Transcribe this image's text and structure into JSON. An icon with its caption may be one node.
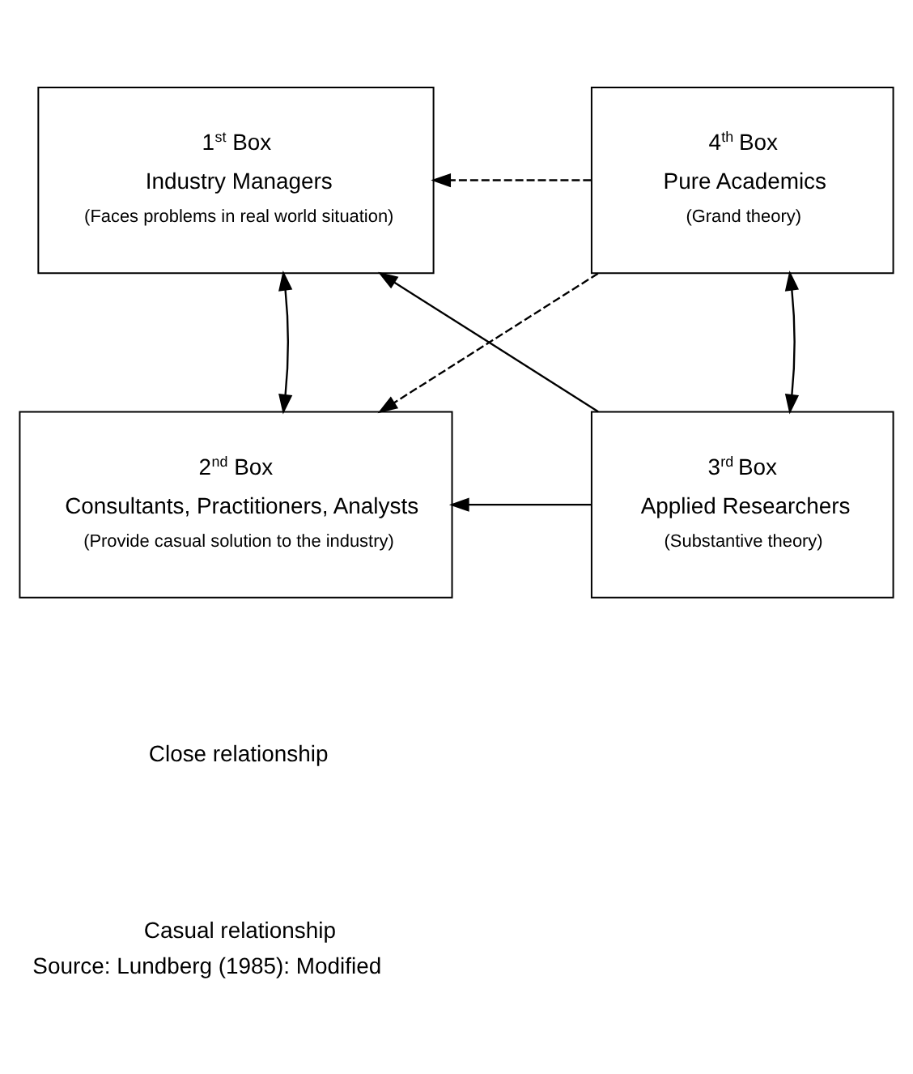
{
  "diagram": {
    "caption": "Source: Lundberg (1985): Modified",
    "nodes": [
      {
        "text": [
          "1$^{st}$ Box",
          "Industry Managers",
          "(Faces problems in real world situation)"
        ]
      },
      {
        "text": [
          "4$^{th}$ Box",
          "Pure Academics",
          "(Grand theory)"
        ]
      },
      {
        "text": [
          "2$^{nd}$ Box",
          "Consultants, Practitioners, Analysts",
          "(Provide casual solution to the industry)"
        ]
      },
      {
        "text": [
          "3$^{rd}$ Box",
          "Applied Researchers",
          "(Substantive theory)"
        ]
      }
    ],
    "edges": [
      {
        "from": 1,
        "to": 0,
        "arrow": "to",
        "style": "dashed"
      },
      {
        "from": 0,
        "to": 2,
        "arrow": "both"
      },
      {
        "from": 1,
        "to": 3,
        "arrow": "both"
      },
      {
        "from": 3,
        "to": 0,
        "arrow": "to"
      },
      {
        "from": 1,
        "to": 2,
        "arrow": "to",
        "style": "dashed"
      },
      {
        "from": 3,
        "to": 2,
        "arrow": "to"
      }
    ],
    "legend": [
      {
        "text": "Close relationship"
      },
      {
        "text": "Casual relationship"
      }
    ]
  }
}
